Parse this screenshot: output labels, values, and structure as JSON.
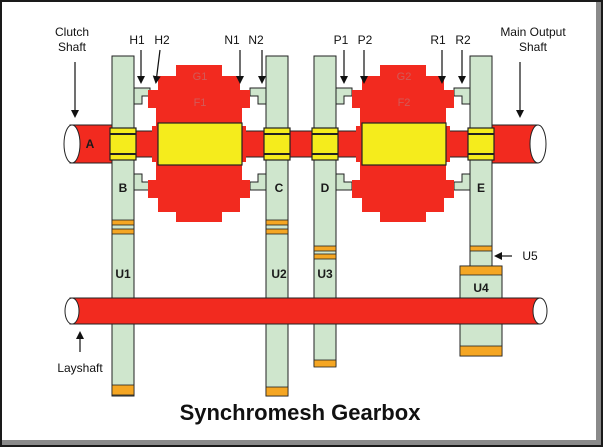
{
  "title": "Synchromesh Gearbox",
  "colors": {
    "gear_red": "#f22a1f",
    "sleeve_yellow": "#f5ec1c",
    "shaft_green": "#cfe6cd",
    "ring_orange": "#f5a623",
    "outline": "#222222"
  },
  "labels": {
    "clutch_shaft_line1": "Clutch",
    "clutch_shaft_line2": "Shaft",
    "main_output_line1": "Main Output",
    "main_output_line2": "Shaft",
    "layshaft": "Layshaft",
    "H1": "H1",
    "H2": "H2",
    "N1": "N1",
    "N2": "N2",
    "P1": "P1",
    "P2": "P2",
    "R1": "R1",
    "R2": "R2",
    "A": "A",
    "B": "B",
    "C": "C",
    "D": "D",
    "E": "E",
    "U1": "U1",
    "U2": "U2",
    "U3": "U3",
    "U4": "U4",
    "U5": "U5",
    "G1": "G1",
    "F1": "F1",
    "G2": "G2",
    "F2": "F2"
  }
}
